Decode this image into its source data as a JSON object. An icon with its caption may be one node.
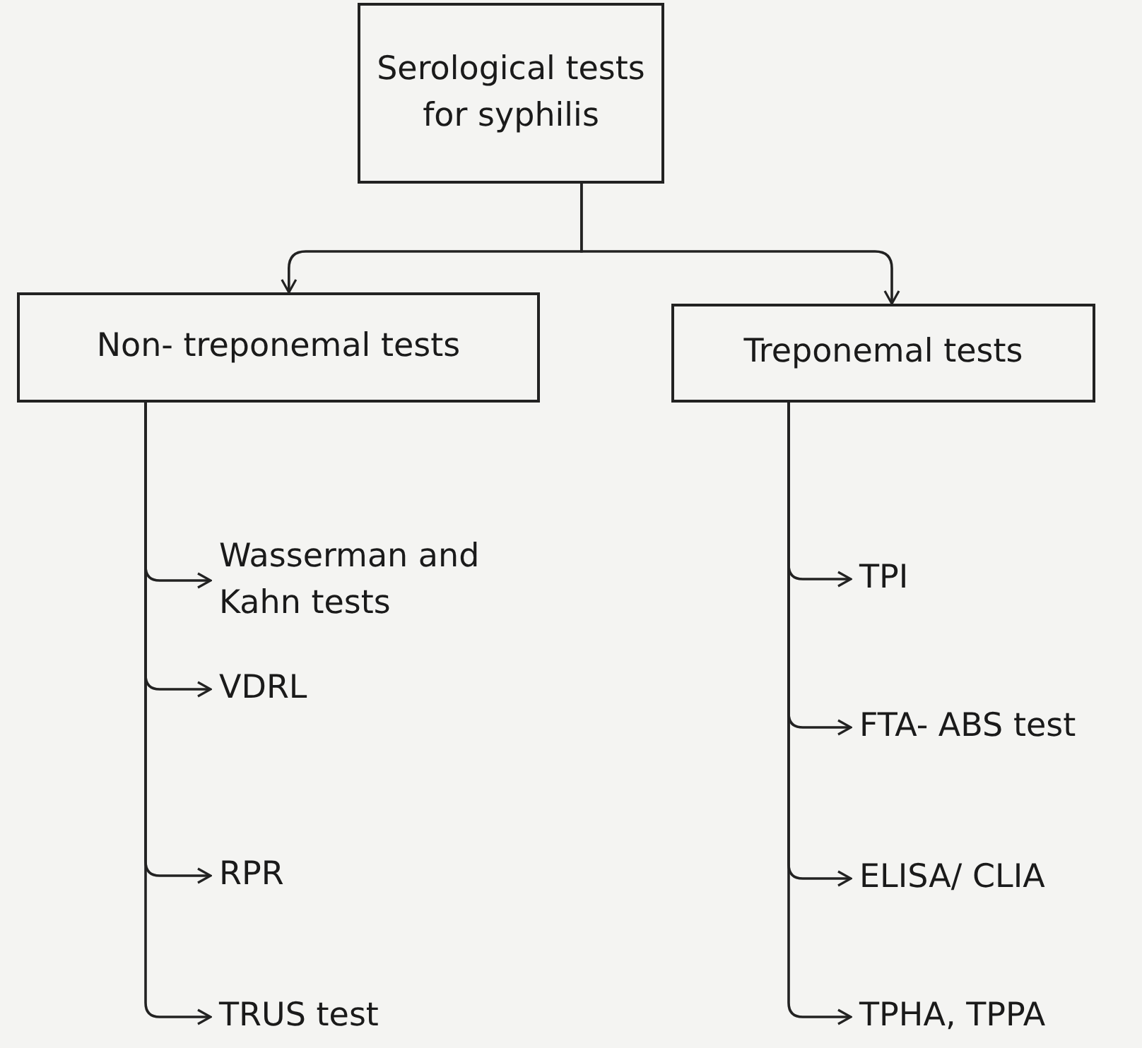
{
  "diagram": {
    "nodes": [
      {
        "text": [
          "Serological tests for syphilis"
        ]
      },
      {
        "text": [
          "Non- treponemal tests"
        ]
      },
      {
        "text": [
          "Treponemal tests"
        ]
      },
      {
        "text": [
          "Wasserman and Kahn tests"
        ]
      },
      {
        "text": [
          "VDRL"
        ]
      },
      {
        "text": [
          "RPR"
        ]
      },
      {
        "text": [
          "TRUS test"
        ]
      },
      {
        "text": [
          "TPI"
        ]
      },
      {
        "text": [
          "FTA- ABS test"
        ]
      },
      {
        "text": [
          "ELISA/ CLIA"
        ]
      },
      {
        "text": [
          "TPHA, TPPA"
        ]
      }
    ],
    "edges": [
      {
        "from": 0,
        "to": 1,
        "arrow": "to"
      },
      {
        "from": 0,
        "to": 2,
        "arrow": "to"
      },
      {
        "from": 1,
        "to": 3,
        "arrow": "to"
      },
      {
        "from": 1,
        "to": 4,
        "arrow": "to"
      },
      {
        "from": 1,
        "to": 5,
        "arrow": "to"
      },
      {
        "from": 1,
        "to": 6,
        "arrow": "to"
      },
      {
        "from": 2,
        "to": 7,
        "arrow": "to"
      },
      {
        "from": 2,
        "to": 8,
        "arrow": "to"
      },
      {
        "from": 2,
        "to": 9,
        "arrow": "to"
      },
      {
        "from": 2,
        "to": 10,
        "arrow": "to"
      }
    ]
  }
}
